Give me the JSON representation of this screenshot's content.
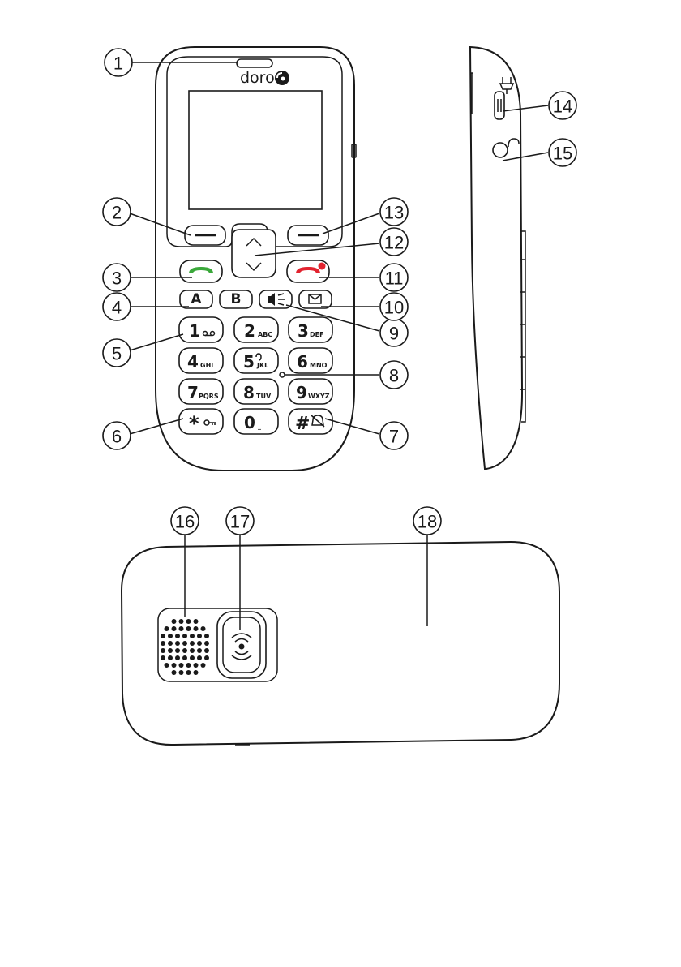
{
  "phone": {
    "brand": "doro",
    "keys": {
      "a": "A",
      "b": "B",
      "k1": {
        "num": "1",
        "sub": ""
      },
      "k2": {
        "num": "2",
        "sub": "ABC"
      },
      "k3": {
        "num": "3",
        "sub": "DEF"
      },
      "k4": {
        "num": "4",
        "sub": "GHI"
      },
      "k5": {
        "num": "5",
        "sub": "JKL"
      },
      "k6": {
        "num": "6",
        "sub": "MNO"
      },
      "k7": {
        "num": "7",
        "sub": "PQRS"
      },
      "k8": {
        "num": "8",
        "sub": "TUV"
      },
      "k9": {
        "num": "9",
        "sub": "WXYZ"
      },
      "star": {
        "num": "*",
        "sub": ""
      },
      "k0": {
        "num": "0",
        "sub": "_"
      },
      "hash": {
        "num": "#",
        "sub": ""
      }
    }
  },
  "callouts": [
    "1",
    "2",
    "3",
    "4",
    "5",
    "6",
    "7",
    "8",
    "9",
    "10",
    "11",
    "12",
    "13",
    "14",
    "15",
    "16",
    "17",
    "18"
  ],
  "colors": {
    "call_green": "#3aa83a",
    "end_red": "#e2232f",
    "line": "#1a1a1a"
  },
  "icons": [
    "speaker-icon",
    "voicemail-icon",
    "envelope-icon",
    "phone-handset-icon",
    "key-icon",
    "bell-silent-icon",
    "charger-plug-icon",
    "headset-icon",
    "assistance-button-icon",
    "loudspeaker-grille-icon"
  ]
}
